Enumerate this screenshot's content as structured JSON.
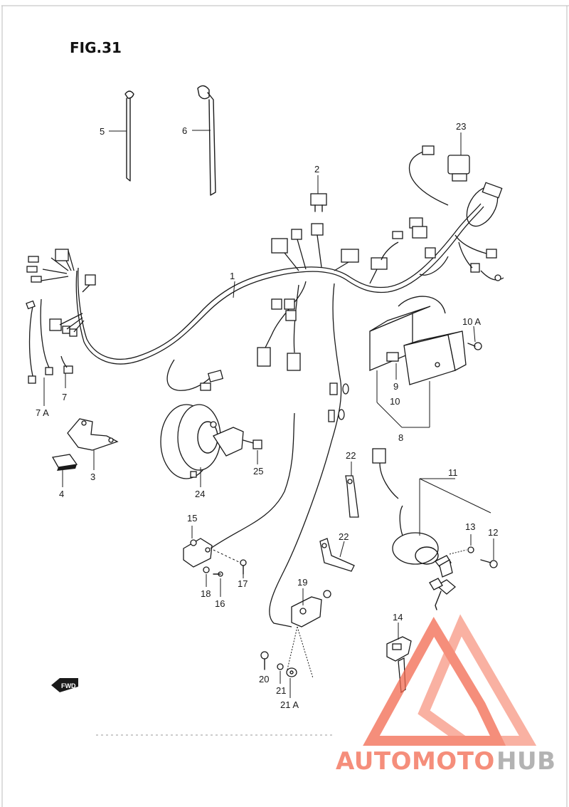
{
  "figure": {
    "title": "FIG.31"
  },
  "labels": {
    "l1": "1",
    "l2": "2",
    "l3": "3",
    "l4": "4",
    "l5": "5",
    "l6": "6",
    "l7": "7",
    "l7a": "7 A",
    "l8": "8",
    "l9": "9",
    "l10": "10",
    "l10a": "10 A",
    "l11": "11",
    "l12": "12",
    "l13": "13",
    "l14": "14",
    "l15": "15",
    "l16": "16",
    "l17": "17",
    "l18": "18",
    "l19": "19",
    "l20": "20",
    "l21": "21",
    "l21a": "21 A",
    "l22a": "22",
    "l22b": "22",
    "l23": "23",
    "l24": "24",
    "l25": "25"
  },
  "fwd": {
    "label": "FWD"
  },
  "watermark": {
    "part1": "AUTOMOTO",
    "part2": "HUB",
    "color_primary": "#f2694f",
    "color_secondary": "#9a9a9a"
  }
}
